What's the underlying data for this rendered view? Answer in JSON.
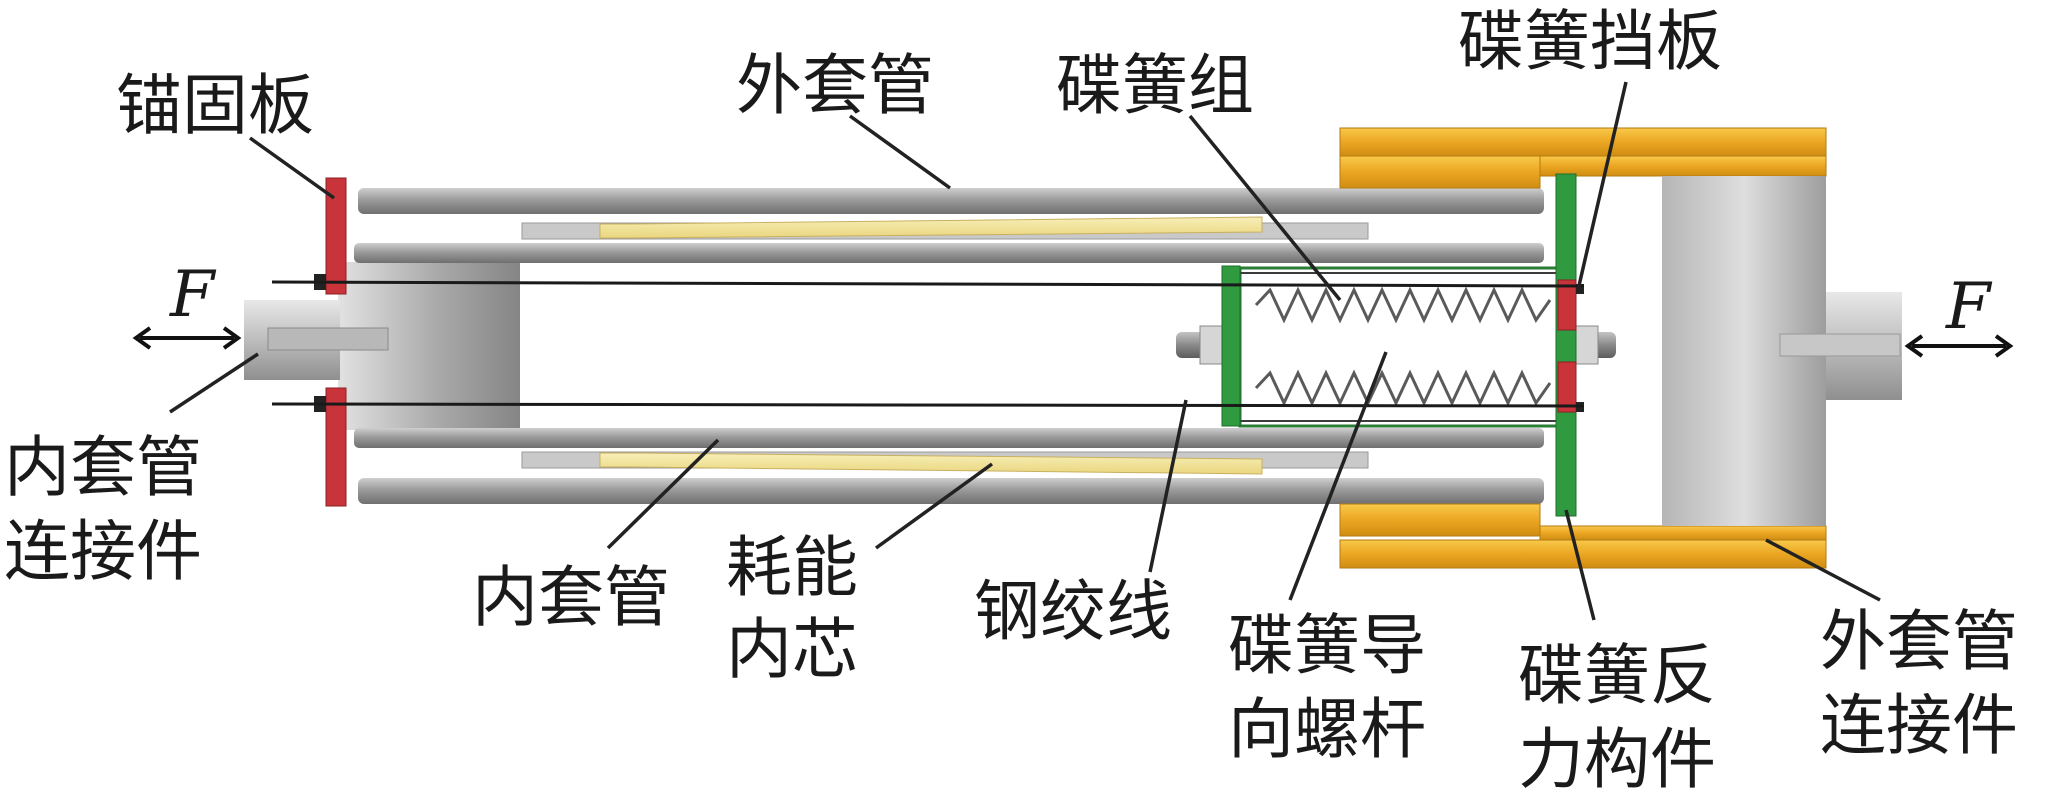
{
  "colors": {
    "tube_gray": "#9a9a9a",
    "tube_dark": "#6e6e6e",
    "anchor_red": "#c8343a",
    "spring_green": "#2f9a40",
    "outer_connector_orange": "#e9a020",
    "core_yellow": "#f3e6a0",
    "spring_line": "#5a5a5a"
  },
  "labels": {
    "anchor_plate": "锚固板",
    "outer_tube_top": "外套管",
    "spring_group": "碟簧组",
    "spring_baffle": "碟簧挡板",
    "force_left": "F",
    "force_right": "F",
    "inner_connector_1": "内套管",
    "inner_connector_2": "连接件",
    "inner_tube": "内套管",
    "energy_core_1": "耗能",
    "energy_core_2": "内芯",
    "steel_strand": "钢绞线",
    "guide_bolt_1": "碟簧导",
    "guide_bolt_2": "向螺杆",
    "reaction_member_1": "碟簧反",
    "reaction_member_2": "力构件",
    "outer_connector_1": "外套管",
    "outer_connector_2": "连接件"
  }
}
